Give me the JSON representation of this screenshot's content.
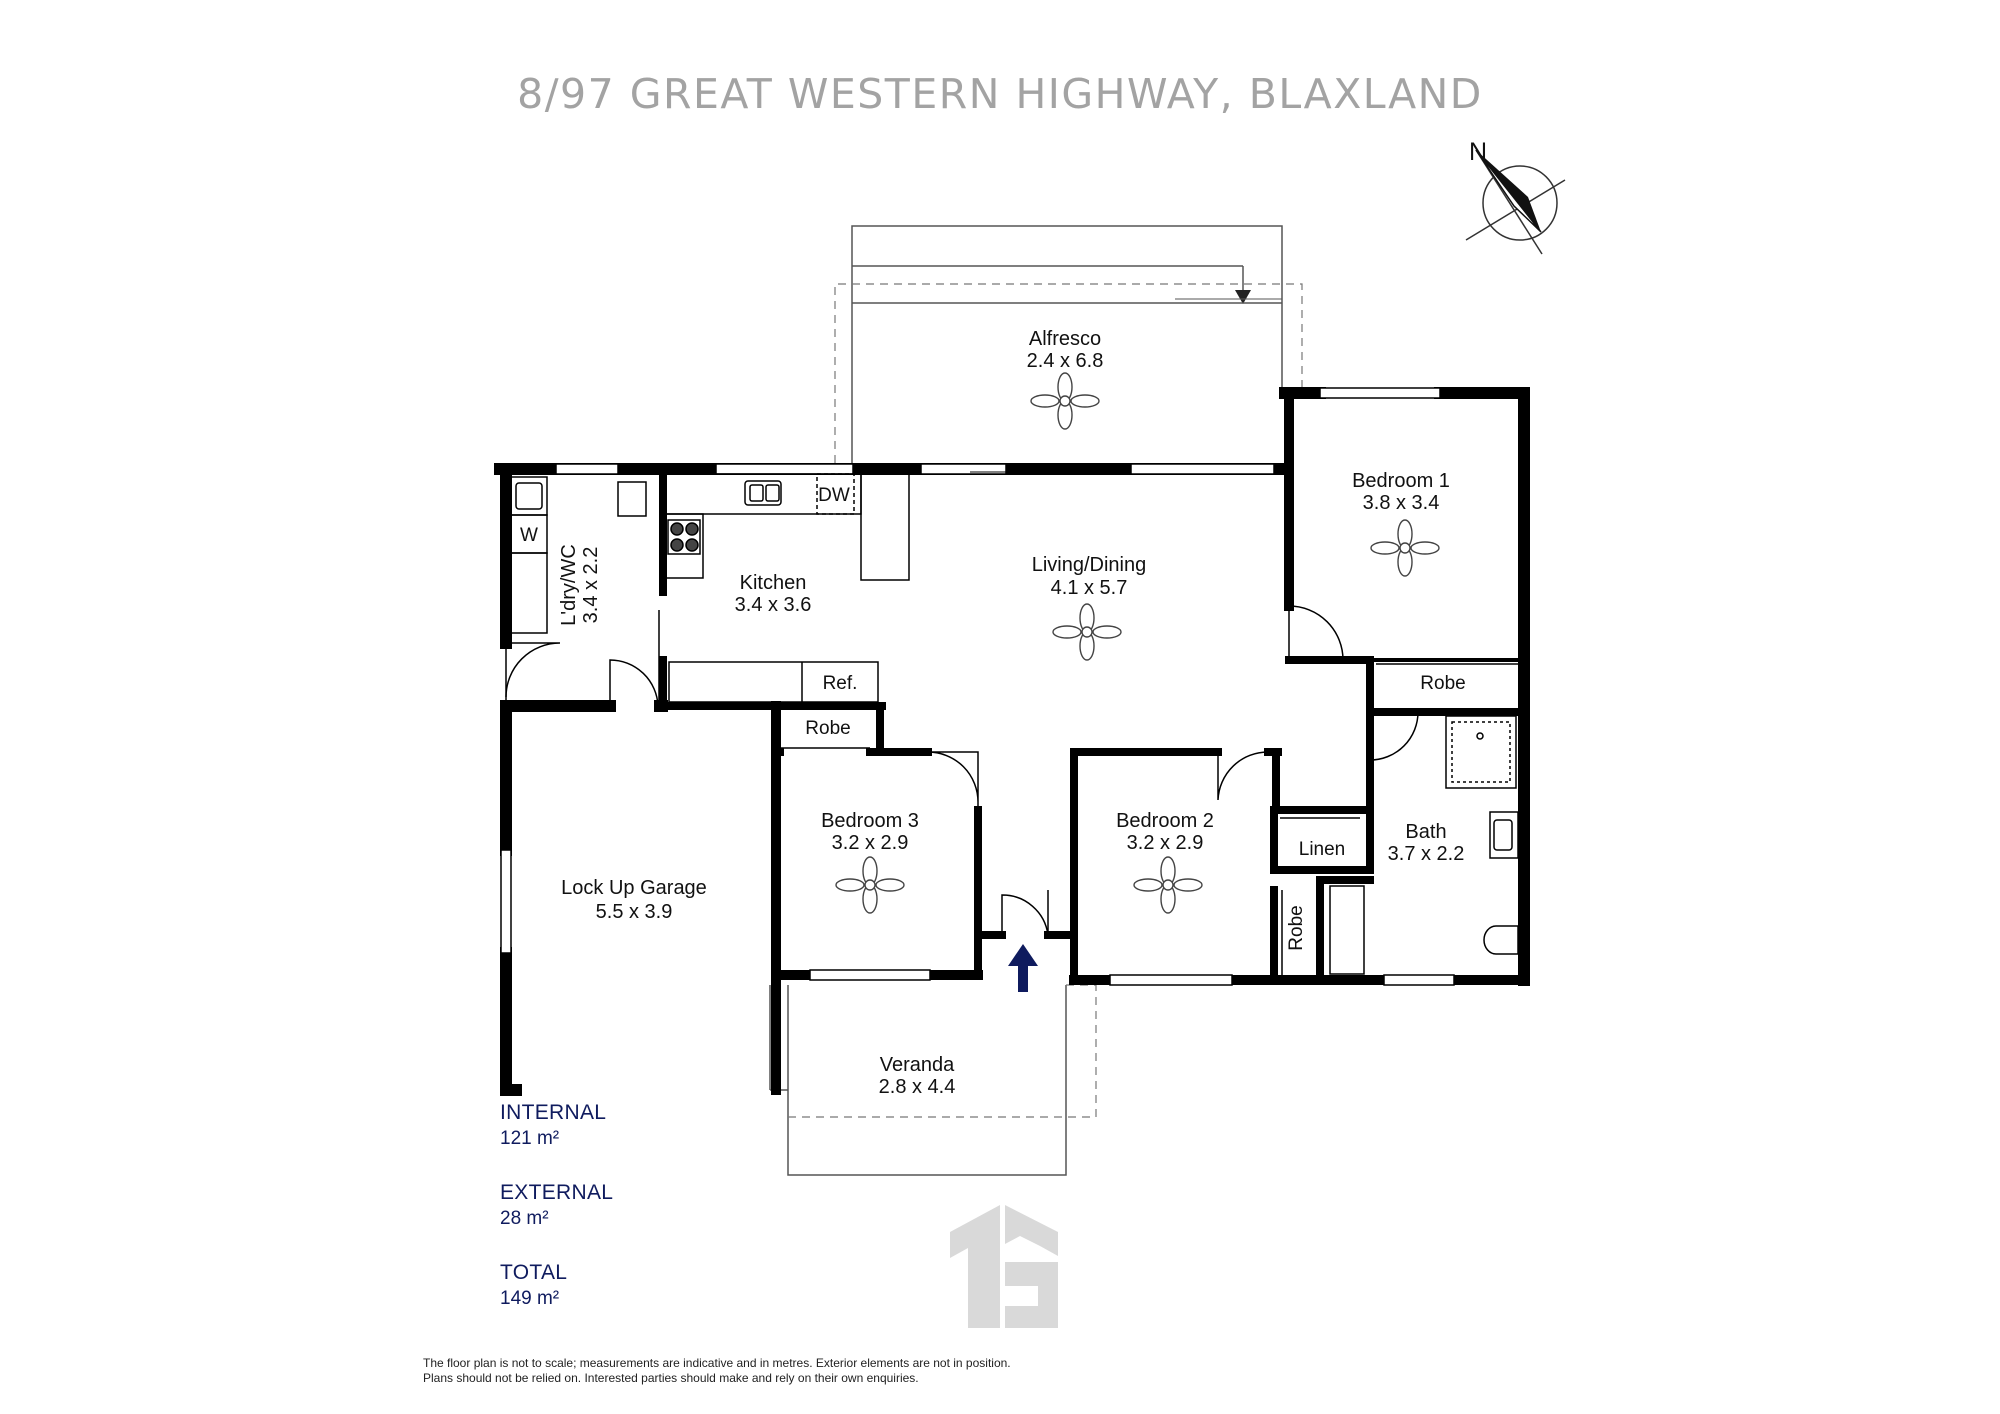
{
  "title": "8/97 GREAT WESTERN HIGHWAY, BLAXLAND",
  "compass": {
    "letter": "N",
    "icon": "compass-north-icon"
  },
  "rooms": {
    "alfresco": {
      "name": "Alfresco",
      "size": "2.4 x 6.8"
    },
    "bedroom1": {
      "name": "Bedroom 1",
      "size": "3.8 x 3.4"
    },
    "living": {
      "name": "Living/Dining",
      "size": "4.1 x 5.7"
    },
    "kitchen": {
      "name": "Kitchen",
      "size": "3.4 x 3.6"
    },
    "laundry": {
      "name": "L'dry/WC",
      "size": "3.4 x 2.2"
    },
    "garage": {
      "name": "Lock Up Garage",
      "size": "5.5 x 3.9"
    },
    "bedroom3": {
      "name": "Bedroom 3",
      "size": "3.2 x 2.9"
    },
    "bedroom2": {
      "name": "Bedroom 2",
      "size": "3.2 x 2.9"
    },
    "bath": {
      "name": "Bath",
      "size": "3.7 x 2.2"
    },
    "veranda": {
      "name": "Veranda",
      "size": "2.8 x 4.4"
    }
  },
  "fixtures": {
    "dw": "DW",
    "washer": "W",
    "ref": "Ref.",
    "robe": "Robe",
    "linen": "Linen"
  },
  "areas": [
    {
      "label": "INTERNAL",
      "value": "121 m²"
    },
    {
      "label": "EXTERNAL",
      "value": "28 m²"
    },
    {
      "label": "TOTAL",
      "value": "149 m²"
    }
  ],
  "disclaimer": [
    "The floor plan is not to scale; measurements are indicative and in metres. Exterior elements are not in position.",
    "Plans should not be relied on. Interested parties should make and rely on their own enquiries."
  ],
  "colors": {
    "wall": "#000000",
    "title": "#a3a3a3",
    "accent": "#0f1b5e",
    "logo": "#d9d9d9"
  }
}
